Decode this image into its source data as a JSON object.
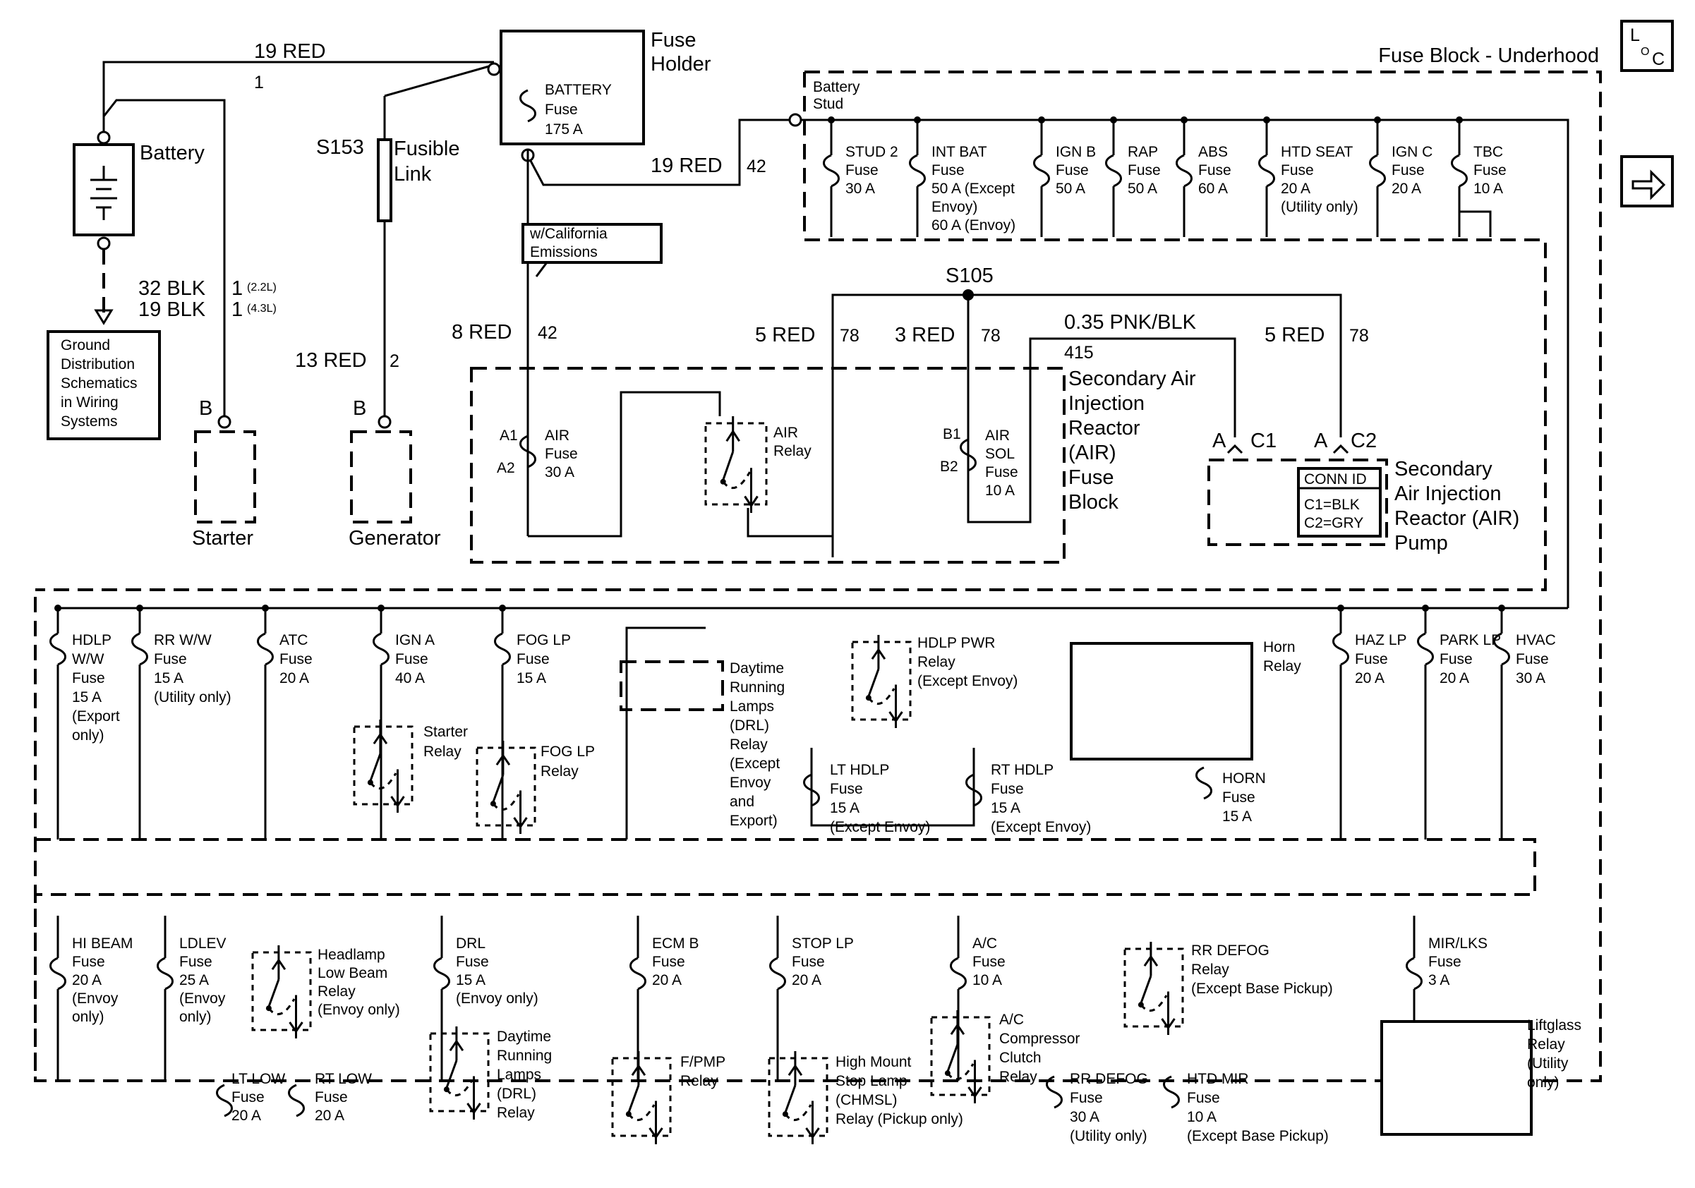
{
  "icons": {
    "nav": "arrow-right-icon",
    "loc": "loc-icon"
  },
  "loc_icon": {
    "l": "L",
    "o": "O",
    "c": "C"
  },
  "header": {
    "title": "Fuse Block - Underhood"
  },
  "battery": {
    "label": "Battery",
    "wire_top": "19 RED",
    "wire_top_num": "1",
    "gnd_wire1": "32 BLK",
    "gnd_num1": "1",
    "gnd_eng1": "(2.2L)",
    "gnd_wire2": "19 BLK",
    "gnd_num2": "1",
    "gnd_eng2": "(4.3L)",
    "ground_ref": [
      "Ground",
      "Distribution",
      "Schematics",
      "in Wiring",
      "Systems"
    ]
  },
  "starter": {
    "pin": "B",
    "label": "Starter"
  },
  "generator": {
    "pin": "B",
    "label": "Generator",
    "wire": "13 RED",
    "wire_num": "2"
  },
  "fusible_link": {
    "splice": "S153",
    "label1": "Fusible",
    "label2": "Link"
  },
  "fuse_holder": {
    "label1": "Fuse",
    "label2": "Holder",
    "fuse1": "BATTERY",
    "fuse2": "Fuse",
    "fuse3": "175 A"
  },
  "battery_stud": {
    "l1": "Battery",
    "l2": "Stud",
    "wire": "19 RED",
    "wire_num": "42"
  },
  "cal_note": [
    "w/California",
    "Emissions"
  ],
  "air_feed": {
    "wire": "8 RED",
    "num": "42"
  },
  "s105": "S105",
  "wires": {
    "w1": "5 RED",
    "w1n": "78",
    "w2": "3 RED",
    "w2n": "78",
    "w3": "0.35 PNK/BLK",
    "w3n": "415",
    "w4": "5 RED",
    "w4n": "78"
  },
  "air_block": {
    "name": [
      "Secondary Air",
      "Injection",
      "Reactor",
      "(AIR)",
      "Fuse",
      "Block"
    ],
    "air_fuse": {
      "pin1": "A1",
      "pin2": "A2",
      "lines": [
        "AIR",
        "Fuse",
        "30 A"
      ]
    },
    "air_relay": [
      "AIR",
      "Relay"
    ],
    "sol_fuse": {
      "pin1": "B1",
      "pin2": "B2",
      "lines": [
        "AIR",
        "SOL",
        "Fuse",
        "10 A"
      ]
    }
  },
  "air_pump": {
    "pinA1": "A",
    "c1": "C1",
    "pinA2": "A",
    "c2": "C2",
    "conn_id": "CONN ID",
    "c1v": "C1=BLK",
    "c2v": "C2=GRY",
    "name": [
      "Secondary",
      "Air Injection",
      "Reactor (AIR)",
      "Pump"
    ]
  },
  "fuses_row1": [
    {
      "lines": [
        "STUD 2",
        "Fuse",
        "30 A"
      ]
    },
    {
      "lines": [
        "INT BAT",
        "Fuse",
        "50 A (Except",
        "Envoy)",
        "60 A (Envoy)"
      ]
    },
    {
      "lines": [
        "IGN B",
        "Fuse",
        "50 A"
      ]
    },
    {
      "lines": [
        "RAP",
        "Fuse",
        "50 A"
      ]
    },
    {
      "lines": [
        "ABS",
        "Fuse",
        "60 A"
      ]
    },
    {
      "lines": [
        "HTD SEAT",
        "Fuse",
        "20 A",
        "(Utility only)"
      ]
    },
    {
      "lines": [
        "IGN C",
        "Fuse",
        "20 A"
      ]
    },
    {
      "lines": [
        "TBC",
        "Fuse",
        "10 A"
      ]
    }
  ],
  "row2": {
    "hdlp_ww": [
      "HDLP",
      "W/W",
      "Fuse",
      "15 A",
      "(Export",
      "only)"
    ],
    "rr_ww": [
      "RR W/W",
      "Fuse",
      "15 A",
      "(Utility only)"
    ],
    "atc": [
      "ATC",
      "Fuse",
      "20 A"
    ],
    "ign_a": [
      "IGN A",
      "Fuse",
      "40 A"
    ],
    "starter_relay": [
      "Starter",
      "Relay"
    ],
    "fog_lp": [
      "FOG LP",
      "Fuse",
      "15 A"
    ],
    "fog_relay": [
      "FOG LP",
      "Relay"
    ],
    "drl_relay": [
      "Daytime",
      "Running",
      "Lamps",
      "(DRL)",
      "Relay",
      "(Except",
      "Envoy",
      "and",
      "Export)"
    ],
    "hdlp_pwr": [
      "HDLP PWR",
      "Relay",
      "(Except Envoy)"
    ],
    "lt_hdlp": [
      "LT HDLP",
      "Fuse",
      "15 A",
      "(Except Envoy)"
    ],
    "rt_hdlp": [
      "RT HDLP",
      "Fuse",
      "15 A",
      "(Except Envoy)"
    ],
    "horn_relay": [
      "Horn",
      "Relay"
    ],
    "horn_fuse": [
      "HORN",
      "Fuse",
      "15 A"
    ],
    "haz_lp": [
      "HAZ LP",
      "Fuse",
      "20 A"
    ],
    "park_lp": [
      "PARK LP",
      "Fuse",
      "20 A"
    ],
    "hvac": [
      "HVAC",
      "Fuse",
      "30 A"
    ]
  },
  "row3": {
    "hi_beam": [
      "HI BEAM",
      "Fuse",
      "20 A",
      "(Envoy",
      "only)"
    ],
    "ldlev": [
      "LDLEV",
      "Fuse",
      "25 A",
      "(Envoy",
      "only)"
    ],
    "lowbeam_relay": [
      "Headlamp",
      "Low Beam",
      "Relay",
      "(Envoy only)"
    ],
    "lt_low": [
      "LT LOW",
      "Fuse",
      "20 A"
    ],
    "rt_low": [
      "RT LOW",
      "Fuse",
      "20 A"
    ],
    "drl": [
      "DRL",
      "Fuse",
      "15 A",
      "(Envoy only)"
    ],
    "drl_relay": [
      "Daytime",
      "Running",
      "Lamps",
      "(DRL)",
      "Relay"
    ],
    "ecm_b": [
      "ECM B",
      "Fuse",
      "20 A"
    ],
    "fpmp": [
      "F/PMP",
      "Relay"
    ],
    "stop_lp": [
      "STOP LP",
      "Fuse",
      "20 A"
    ],
    "chmsl": [
      "High Mount",
      "Stop Lamp",
      "(CHMSL)",
      "Relay (Pickup only)"
    ],
    "ac": [
      "A/C",
      "Fuse",
      "10 A"
    ],
    "ac_relay": [
      "A/C",
      "Compressor",
      "Clutch",
      "Relay"
    ],
    "rr_defog_relay": [
      "RR DEFOG",
      "Relay",
      "(Except Base Pickup)"
    ],
    "rr_defog_fuse": [
      "RR DEFOG",
      "Fuse",
      "30 A",
      "(Utility only)"
    ],
    "htd_mir": [
      "HTD MIR",
      "Fuse",
      "10 A",
      "(Except Base Pickup)"
    ],
    "mir_lks": [
      "MIR/LKS",
      "Fuse",
      "3 A"
    ],
    "liftglass": [
      "Liftglass",
      "Relay",
      "(Utility",
      "only)"
    ]
  }
}
